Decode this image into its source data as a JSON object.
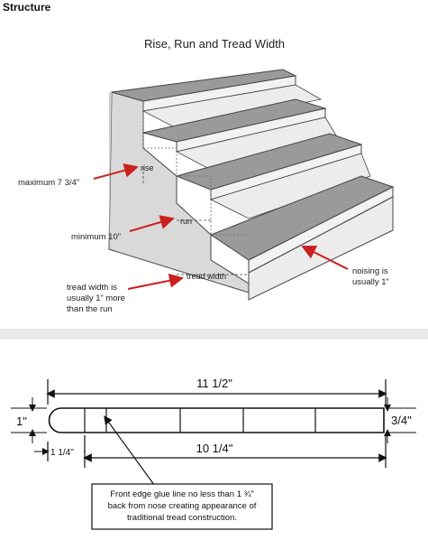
{
  "header": {
    "title": "Structure"
  },
  "stairs_diagram": {
    "title": "Rise, Run and Tread Width",
    "labels": {
      "rise": "rise",
      "run": "run",
      "tread_width": "tread width",
      "max_rise": "maximum 7 3/4”",
      "min_run": "minimum 10”",
      "tread_note": [
        "tread width is",
        "usually 1” more",
        "than the run"
      ],
      "nosing_note": [
        "noising is",
        "usually 1”"
      ]
    },
    "colors": {
      "arrow": "#cc1f1f",
      "tread": "#9a9a9a",
      "riser": "#f2f2f2",
      "side": "#d9d9d9"
    }
  },
  "tread_profile": {
    "overall_width": "11 1/2\"",
    "run_width": "10 1/4\"",
    "nose_offset": "1 1/4\"",
    "left_thickness": "1\"",
    "right_thickness": "3/4\"",
    "note": [
      "Front edge glue line no less than 1 ¾”",
      "back from nose creating appearance of",
      "traditional tread construction."
    ]
  }
}
